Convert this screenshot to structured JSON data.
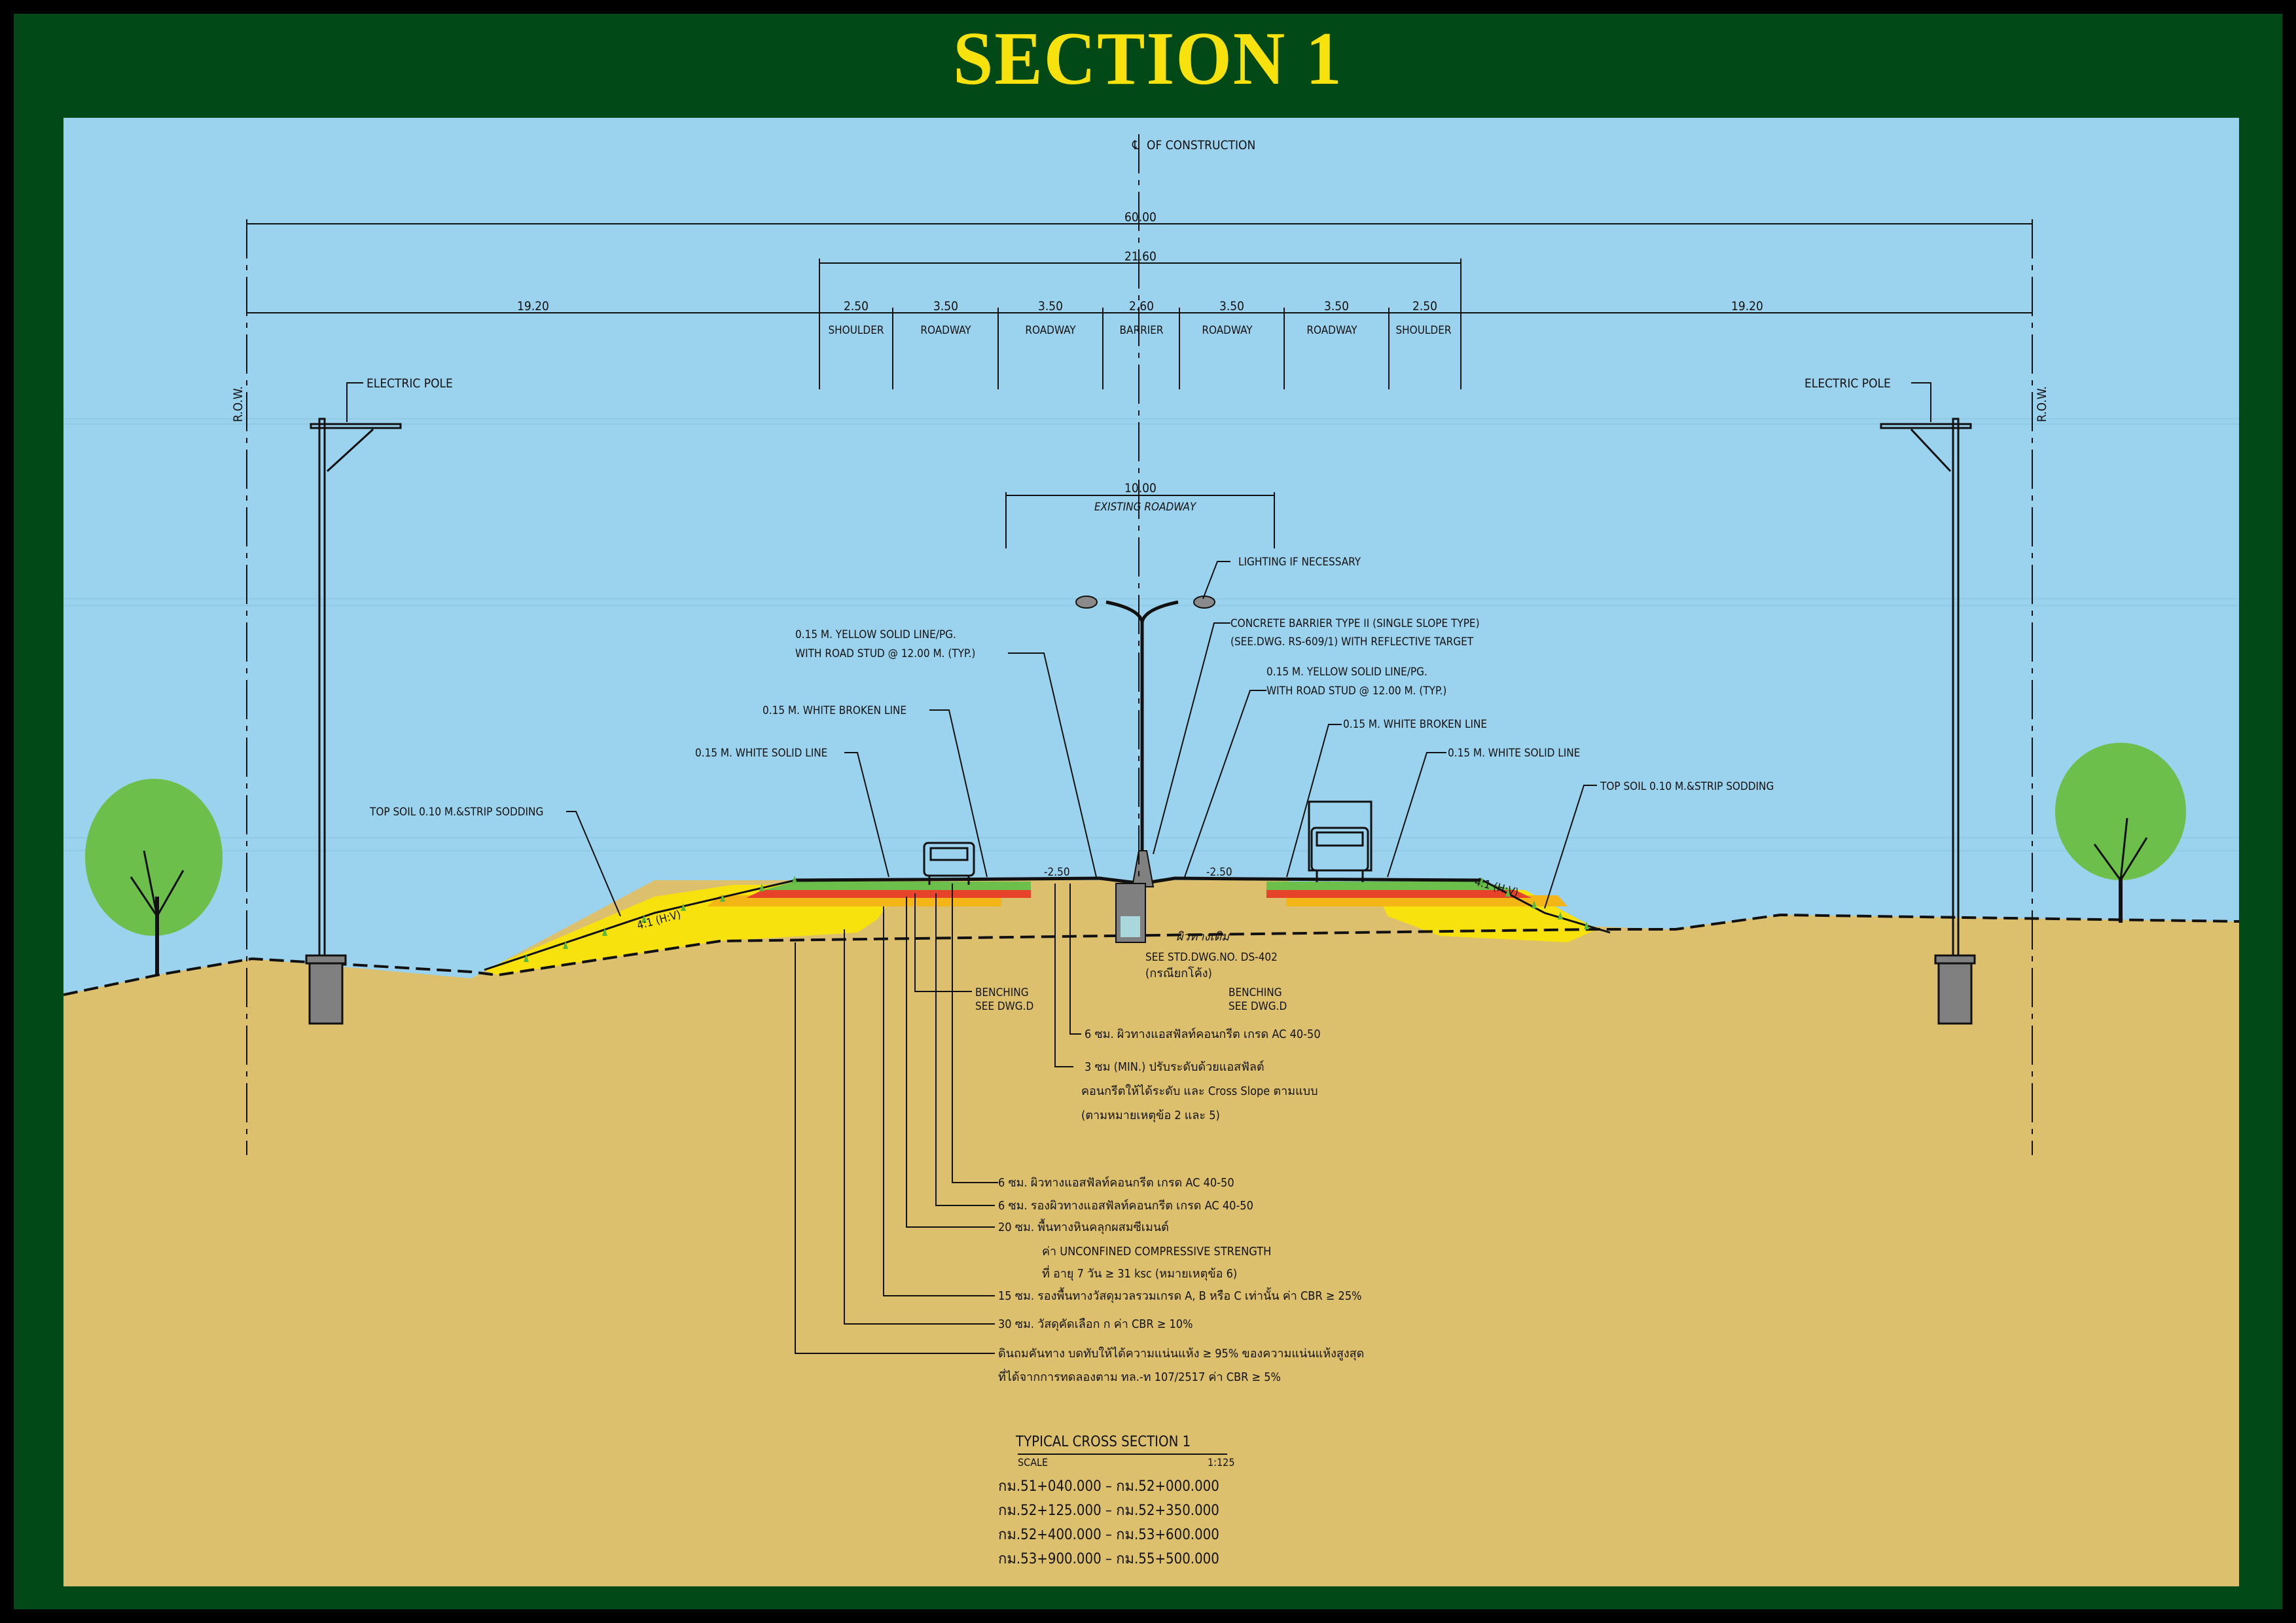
{
  "title": "SECTION 1",
  "centerline_label": "OF CONSTRUCTION",
  "centerline_symbol": "℄",
  "row_label": "R.O.W.",
  "dimensions": {
    "total_row": "60.00",
    "carriageway": "21.60",
    "left_verge": "19.20",
    "right_verge": "19.20",
    "existing_roadway_width": "10.00",
    "existing_roadway_label": "EXISTING ROADWAY",
    "segments": [
      {
        "width": "2.50",
        "label": "SHOULDER"
      },
      {
        "width": "3.50",
        "label": "ROADWAY"
      },
      {
        "width": "3.50",
        "label": "ROADWAY"
      },
      {
        "width": "2.60",
        "label": "BARRIER"
      },
      {
        "width": "3.50",
        "label": "ROADWAY"
      },
      {
        "width": "3.50",
        "label": "ROADWAY"
      },
      {
        "width": "2.50",
        "label": "SHOULDER"
      }
    ],
    "cross_slope_left": "-2.50",
    "cross_slope_right": "-2.50",
    "side_slope_left": "4:1 (H:V)",
    "side_slope_right": "4:1 (H:V)"
  },
  "annotations": {
    "electric_pole_left": "ELECTRIC POLE",
    "electric_pole_right": "ELECTRIC POLE",
    "lighting": "LIGHTING IF NECESSARY",
    "barrier_line1": "CONCRETE BARRIER TYPE II (SINGLE SLOPE TYPE)",
    "barrier_line2": "(SEE.DWG. RS-609/1) WITH REFLECTIVE TARGET",
    "yellow_left_line1": "0.15 M. YELLOW SOLID LINE/PG.",
    "yellow_left_line2": "WITH ROAD STUD @ 12.00 M. (TYP.)",
    "yellow_right_line1": "0.15 M. YELLOW SOLID LINE/PG.",
    "yellow_right_line2": "WITH ROAD STUD @ 12.00 M. (TYP.)",
    "white_broken_left": "0.15 M. WHITE  BROKEN LINE",
    "white_broken_right": "0.15 M. WHITE BROKEN LINE",
    "white_solid_left": "0.15 M. WHITE SOLID LINE",
    "white_solid_right": "0.15 M. WHITE SOLID LINE",
    "topsoil_left": "TOP SOIL 0.10 M.&STRIP SODDING",
    "topsoil_right": "TOP SOIL 0.10 M.&STRIP SODDING",
    "existing_surface": "ผิวทางเดิม",
    "drain_line1": "SEE STD.DWG.NO. DS-402",
    "drain_line2": "(กรณียกโค้ง)",
    "benching_left_line1": "BENCHING",
    "benching_left_line2": "SEE DWG.D",
    "benching_right_line1": "BENCHING",
    "benching_right_line2": "SEE DWG.D"
  },
  "layers": [
    "6 ซม. ผิวทางแอสฟัลท์คอนกรีต เกรด AC 40-50",
    "3 ซม (MIN.) ปรับระดับด้วยแอสฟัลต์",
    "คอนกรีตให้ได้ระดับ และ Cross Slope ตามแบบ",
    "(ตามหมายเหตุข้อ 2 และ 5)",
    "6 ซม. ผิวทางแอสฟัลท์คอนกรีต เกรด AC 40-50",
    "6 ซม. รองผิวทางแอสฟัลท์คอนกรีต เกรด AC 40-50",
    "20 ซม. พื้นทางหินคลุกผสมซีเมนต์",
    "ค่า UNCONFINED COMPRESSIVE STRENGTH",
    "ที่ อายุ 7 วัน ≥ 31 ksc (หมายเหตุข้อ 6)",
    "15 ซม. รองพื้นทางวัสดุมวลรวมเกรด A, B หรือ C เท่านั้น ค่า CBR ≥ 25%",
    "30 ซม. วัสดุคัดเลือก ก ค่า CBR ≥ 10%",
    "ดินถมคันทาง บดทับให้ได้ความแน่นแห้ง ≥ 95% ของความแน่นแห้งสูงสุด",
    "ที่ได้จากการทดลองตาม ทล.-ท 107/2517 ค่า CBR ≥ 5%"
  ],
  "title_block": {
    "heading": "TYPICAL CROSS SECTION 1",
    "scale_label": "SCALE",
    "scale_value": "1:125",
    "stations": [
      "กม.51+040.000  –  กม.52+000.000",
      "กม.52+125.000  –  กม.52+350.000",
      "กม.52+400.000  –  กม.53+600.000",
      "กม.53+900.000  –  กม.55+500.000"
    ]
  },
  "colors": {
    "frame_green": "#014a18",
    "title_yellow": "#f8e20e",
    "sky": "#9bd3ee",
    "ground": "#dcc06e",
    "fill_yellow": "#f8e20e",
    "subbase_orange": "#f4b617",
    "base_red": "#e7432a",
    "binder_green": "#6cbf4b",
    "concrete_gray": "#808080"
  }
}
